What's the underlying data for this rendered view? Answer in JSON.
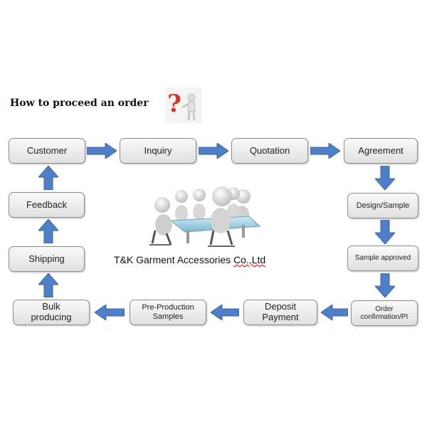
{
  "title": "How to proceed an order",
  "company": {
    "name": "T&K Garment Accessories ",
    "suffix": "Co.,Ltd"
  },
  "steps": {
    "customer": "Customer",
    "inquiry": "Inquiry",
    "quotation": "Quotation",
    "agreement": "Agreement",
    "design_sample": "Design/Sample",
    "sample_approved": "Sample approved",
    "order_line1": "Order",
    "order_line2": "confirmation/PI",
    "deposit_line1": "Deposit",
    "deposit_line2": "Payment",
    "preprod_line1": "Pre-Production",
    "preprod_line2": "Samples",
    "bulk_line1": "Bulk",
    "bulk_line2": "producing",
    "shipping": "Shipping",
    "feedback": "Feedback"
  },
  "colors": {
    "arrow": "#4f7fc6",
    "box_border": "#8e8e8e",
    "question_mark": "#d23a2a"
  }
}
